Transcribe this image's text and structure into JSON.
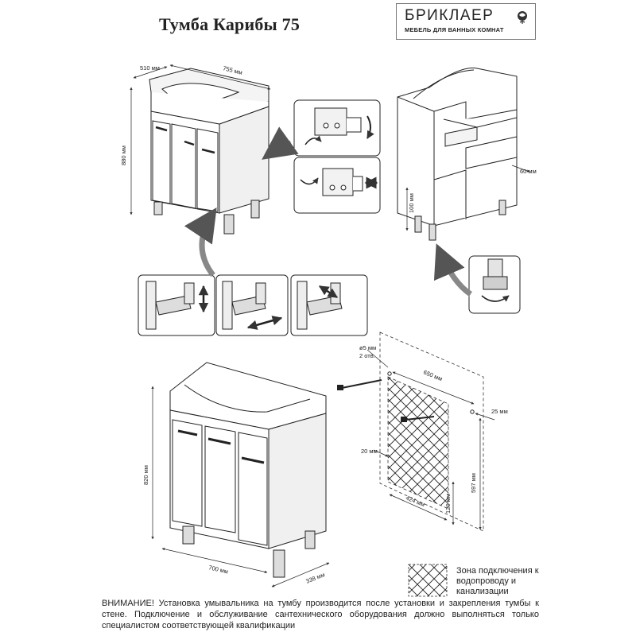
{
  "title": "Тумба Карибы 75",
  "brand": {
    "name": "БРИКЛАЕР",
    "tagline": "МЕБЕЛЬ ДЛЯ ВАННЫХ КОМНАТ",
    "rose_icon": "rose-icon"
  },
  "dimensions": {
    "top_depth": "510 мм",
    "top_width": "755 мм",
    "total_height": "880 мм",
    "offset_side": "60 мм",
    "leg_height": "100 мм",
    "body_height": "820 мм",
    "body_width": "700 мм",
    "body_depth": "338 мм",
    "hole_diameter": "ø5 мм",
    "hole_count": "2 отв.",
    "hole_spacing": "650 мм",
    "hole_height": "597 мм",
    "zone_offset_right": "25 мм",
    "zone_offset_left": "20 мм",
    "zone_bottom": "120 мм",
    "zone_width": "424 мм"
  },
  "legend": {
    "label": "Зона подключения к водопроводу и канализации"
  },
  "warning": "ВНИМАНИЕ! Установка умывальника на тумбу производится после установки и закрепления тумбы к стене. Подключение и обслуживание сантехнического оборудования должно выполняться только специалистом соответствующей квалификации"
}
